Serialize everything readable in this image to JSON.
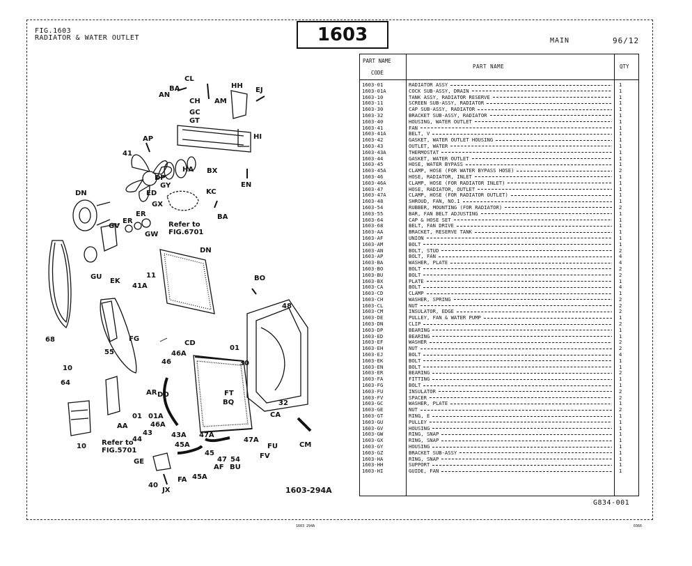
{
  "header": {
    "fig_line1": "FIG.1603",
    "fig_line2": "RADIATOR & WATER OUTLET",
    "number": "1603",
    "section": "MAIN",
    "date": "96/12"
  },
  "diagram": {
    "code": "1603-294A",
    "labels": [
      "CL",
      "HH",
      "BA",
      "AN",
      "CH",
      "AM",
      "EJ",
      "GC",
      "GT",
      "HI",
      "AP",
      "41",
      "BX",
      "EN",
      "HA",
      "DP",
      "GY",
      "ED",
      "KC",
      "DN",
      "GX",
      "BA",
      "ER",
      "ER",
      "GV",
      "GW",
      "Refer to",
      "FIG.6701",
      "DN",
      "GU",
      "11",
      "BO",
      "EK",
      "41A",
      "48",
      "FG",
      "55",
      "68",
      "CD",
      "01",
      "46A",
      "46",
      "30",
      "10",
      "64",
      "FT",
      "BQ",
      "AR",
      "DO",
      "AA",
      "01",
      "01A",
      "32",
      "CA",
      "46A",
      "43",
      "44",
      "43A",
      "47A",
      "Refer to",
      "FIG.5701",
      "45A",
      "47A",
      "FU",
      "CM",
      "10",
      "GE",
      "45",
      "47",
      "54",
      "FV",
      "AF",
      "BU",
      "45A",
      "FA",
      "40",
      "JX"
    ]
  },
  "table": {
    "col_code_line1": "PART NAME",
    "col_code_line2": "CODE",
    "col_name": "PART  NAME",
    "col_qty": "QTY",
    "rows": [
      {
        "code": "1603-01",
        "name": "RADIATOR ASSY",
        "qty": "1"
      },
      {
        "code": "1603-01A",
        "name": "COCK SUB-ASSY, DRAIN",
        "qty": "1"
      },
      {
        "code": "1603-10",
        "name": "TANK ASSY, RADIATOR RESERVE",
        "qty": "1"
      },
      {
        "code": "1603-11",
        "name": "SCREEN SUB-ASSY, RADIATOR",
        "qty": "1"
      },
      {
        "code": "1603-30",
        "name": "CAP SUB-ASSY, RADIATOR",
        "qty": "1"
      },
      {
        "code": "1603-32",
        "name": "BRACKET SUB-ASSY, RADIATOR",
        "qty": "1"
      },
      {
        "code": "1603-40",
        "name": "HOUSING, WATER OUTLET",
        "qty": "1"
      },
      {
        "code": "1603-41",
        "name": "FAN",
        "qty": "1"
      },
      {
        "code": "1603-41A",
        "name": "BELT, V",
        "qty": "1"
      },
      {
        "code": "1603-42",
        "name": "GASKET, WATER OUTLET HOUSING",
        "qty": "1"
      },
      {
        "code": "1603-43",
        "name": "OUTLET, WATER",
        "qty": "1"
      },
      {
        "code": "1603-43A",
        "name": "THERMOSTAT",
        "qty": "1"
      },
      {
        "code": "1603-44",
        "name": "GASKET, WATER OUTLET",
        "qty": "1"
      },
      {
        "code": "1603-45",
        "name": "HOSE, WATER BYPASS",
        "qty": "1"
      },
      {
        "code": "1603-45A",
        "name": "CLAMP, HOSE (FOR WATER BYPASS HOSE)",
        "qty": "2"
      },
      {
        "code": "1603-46",
        "name": "HOSE, RADIATOR, INLET",
        "qty": "1"
      },
      {
        "code": "1603-46A",
        "name": "CLAMP, HOSE (FOR RADIATOR INLET)",
        "qty": "1"
      },
      {
        "code": "1603-47",
        "name": "HOSE, RADIATOR, OUTLET",
        "qty": "1"
      },
      {
        "code": "1603-47A",
        "name": "CLAMP, HOSE (FOR RADIATOR OUTLET)",
        "qty": "1"
      },
      {
        "code": "1603-48",
        "name": "SHROUD, FAN, NO.1",
        "qty": "1"
      },
      {
        "code": "1603-54",
        "name": "RUBBER, MOUNTING (FOR RADIATOR)",
        "qty": "2"
      },
      {
        "code": "1603-55",
        "name": "BAR, FAN BELT ADJUSTING",
        "qty": "1"
      },
      {
        "code": "1603-64",
        "name": "CAP & HOSE SET",
        "qty": "1"
      },
      {
        "code": "1603-68",
        "name": "BELT, FAN DRIVE",
        "qty": "1"
      },
      {
        "code": "1603-AA",
        "name": "BRACKET, RESERVE TANK",
        "qty": "1"
      },
      {
        "code": "1603-AF",
        "name": "UNION",
        "qty": "1"
      },
      {
        "code": "1603-AM",
        "name": "BOLT",
        "qty": "1"
      },
      {
        "code": "1603-AN",
        "name": "BOLT, STUD",
        "qty": "2"
      },
      {
        "code": "1603-AP",
        "name": "BOLT, FAN",
        "qty": "4"
      },
      {
        "code": "1603-BA",
        "name": "WASHER, PLATE",
        "qty": "4"
      },
      {
        "code": "1603-BO",
        "name": "BOLT",
        "qty": "2"
      },
      {
        "code": "1603-BU",
        "name": "BOLT",
        "qty": "2"
      },
      {
        "code": "1603-BX",
        "name": "PLATE",
        "qty": "1"
      },
      {
        "code": "1603-CA",
        "name": "BOLT",
        "qty": "4"
      },
      {
        "code": "1603-CD",
        "name": "CLAMP",
        "qty": "1"
      },
      {
        "code": "1603-CH",
        "name": "WASHER, SPRING",
        "qty": "2"
      },
      {
        "code": "1603-CL",
        "name": "NUT",
        "qty": "2"
      },
      {
        "code": "1603-CM",
        "name": "INSULATOR, EDGE",
        "qty": "2"
      },
      {
        "code": "1603-DE",
        "name": "PULLEY, FAN & WATER PUMP",
        "qty": "1"
      },
      {
        "code": "1603-DN",
        "name": "CLIP",
        "qty": "2"
      },
      {
        "code": "1603-DP",
        "name": "BEARING",
        "qty": "1"
      },
      {
        "code": "1603-ED",
        "name": "BEARING",
        "qty": "1"
      },
      {
        "code": "1603-EF",
        "name": "WASHER",
        "qty": "2"
      },
      {
        "code": "1603-EH",
        "name": "NUT",
        "qty": "2"
      },
      {
        "code": "1603-EJ",
        "name": "BOLT",
        "qty": "4"
      },
      {
        "code": "1603-EK",
        "name": "BOLT",
        "qty": "1"
      },
      {
        "code": "1603-EN",
        "name": "BOLT",
        "qty": "1"
      },
      {
        "code": "1603-ER",
        "name": "BEARING",
        "qty": "2"
      },
      {
        "code": "1603-FA",
        "name": "FITTING",
        "qty": "1"
      },
      {
        "code": "1603-FG",
        "name": "BOLT",
        "qty": "1"
      },
      {
        "code": "1603-FU",
        "name": "INSULATOR",
        "qty": "2"
      },
      {
        "code": "1603-FV",
        "name": "SPACER",
        "qty": "2"
      },
      {
        "code": "1603-GC",
        "name": "WASHER, PLATE",
        "qty": "1"
      },
      {
        "code": "1603-GE",
        "name": "NUT",
        "qty": "2"
      },
      {
        "code": "1603-GT",
        "name": "RING, E",
        "qty": "1"
      },
      {
        "code": "1603-GU",
        "name": "PULLEY",
        "qty": "1"
      },
      {
        "code": "1603-GV",
        "name": "HOUSING",
        "qty": "1"
      },
      {
        "code": "1603-GW",
        "name": "RING, SNAP",
        "qty": "1"
      },
      {
        "code": "1603-GX",
        "name": "RING, SNAP",
        "qty": "1"
      },
      {
        "code": "1603-GY",
        "name": "HOUSING",
        "qty": "1"
      },
      {
        "code": "1603-GZ",
        "name": "BRACKET SUB-ASSY",
        "qty": "1"
      },
      {
        "code": "1603-HA",
        "name": "RING, SNAP",
        "qty": "1"
      },
      {
        "code": "1603-HH",
        "name": "SUPPORT",
        "qty": "1"
      },
      {
        "code": "1603-HI",
        "name": "GUIDE, FAN",
        "qty": "1"
      }
    ]
  },
  "footer": {
    "ref": "G834-001",
    "bottom_left": "1603  294A",
    "bottom_right": "0366"
  }
}
